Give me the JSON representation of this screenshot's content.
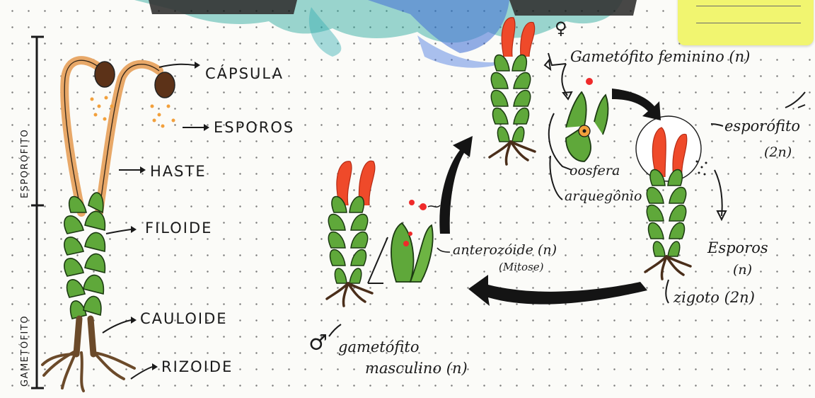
{
  "labels": {
    "capsula": "CÁPSULA",
    "esporos_left": "ESPOROS",
    "haste": "HASTE",
    "filoide": "FILOIDE",
    "cauloide": "CAULOIDE",
    "rizoide": "RIZOIDE",
    "esporofito_side": "ESPORÓFITO",
    "gametofito_side": "GAMETÓFITO",
    "gametofito_feminino": "Gametófito feminino (n)",
    "oosfera": "oosfera",
    "arquegonio": "arquegônio",
    "esporofito_right": "esporófito",
    "esporofito_ploidy": "(2n)",
    "esporos_right": "Esporos",
    "esporos_ploidy": "(n)",
    "zigoto": "zigoto (2n)",
    "anterozoide": "anterozóide (n)",
    "mitose": "(Mitose)",
    "gametofito_masculino_1": "gametófito",
    "gametofito_masculino_2": "masculino (n)"
  },
  "symbols": {
    "female": "♀",
    "male": "♂"
  },
  "colors": {
    "leaf_green": "#5fa83a",
    "leaf_outline": "#1c3a12",
    "stalk_orange": "#f0b27a",
    "capsule_brown": "#6b3a1e",
    "red_sporophyte": "#ef4a2a",
    "spore_dot": "#f2a03c",
    "arrow_black": "#141414",
    "sticky_note": "#f1f570",
    "watercolor_blue": "#2b5fd0",
    "watercolor_teal": "#1aa6a0"
  }
}
